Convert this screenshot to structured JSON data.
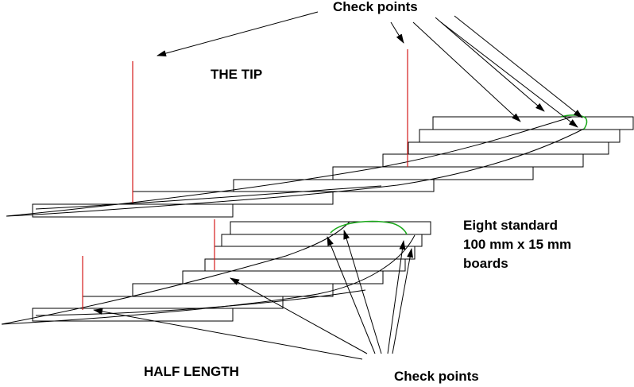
{
  "labels": {
    "check_points_top": "Check points",
    "the_tip": "THE TIP",
    "board_note": "Eight standard\n100 mm x 15 mm\nboards",
    "half_length": "HALF LENGTH",
    "check_points_bottom": "Check points"
  },
  "colors": {
    "line": "#000000",
    "marker": "#d41b1b",
    "check_curve": "#1aa81a"
  }
}
